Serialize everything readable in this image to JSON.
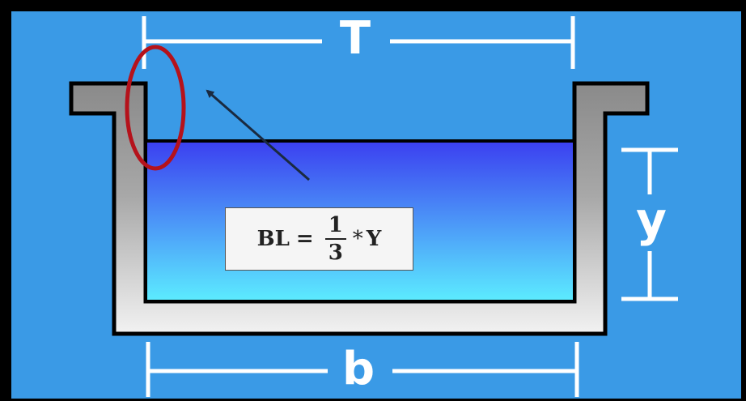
{
  "diagram": {
    "colors": {
      "background": "#3a9ae6",
      "frame": "#000000",
      "channel_wall_dark": "#8a8a8a",
      "channel_wall_light": "#f2f2f2",
      "water_top": "#3b3ff0",
      "water_bottom": "#5cecff",
      "dimension_lines": "#ffffff",
      "highlight_ellipse": "#b5121b",
      "arrow": "#1a2a40"
    },
    "labels": {
      "top_width": "T",
      "water_depth": "y",
      "bottom_width": "b"
    },
    "formula": {
      "lhs": "BL",
      "equals": "=",
      "numerator": "1",
      "denominator": "3",
      "operator": "*",
      "variable": "Y"
    }
  }
}
